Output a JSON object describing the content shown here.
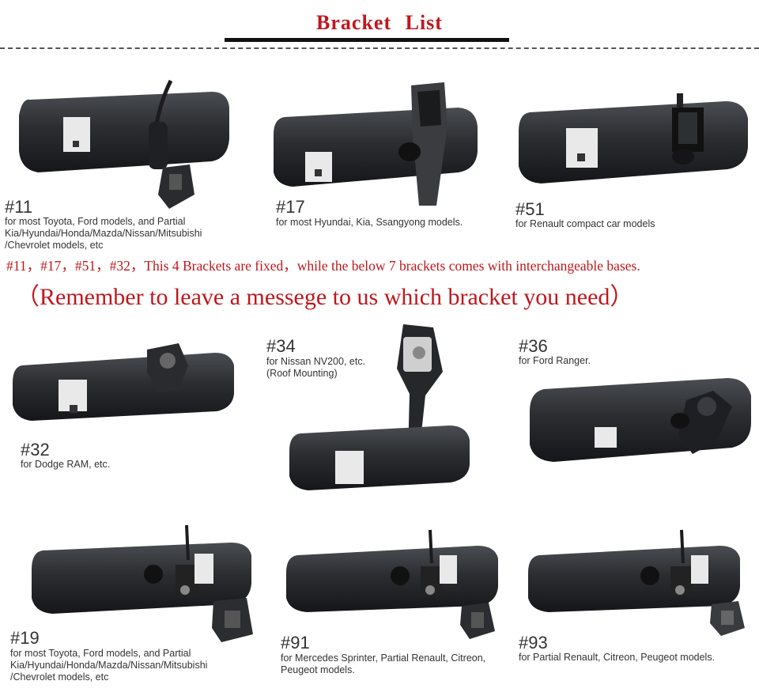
{
  "header": {
    "title": "Bracket  List"
  },
  "brackets": {
    "b11": {
      "number": "#11",
      "description": "for most Toyota, Ford models, and Partial\nKia/Hyundai/Honda/Mazda/Nissan/Mitsubishi\n/Chevrolet models, etc"
    },
    "b17": {
      "number": "#17",
      "description": "for most Hyundai, Kia, Ssangyong models."
    },
    "b51": {
      "number": "#51",
      "description": "for Renault compact car models"
    },
    "b32": {
      "number": "#32",
      "description": "for Dodge RAM, etc."
    },
    "b34": {
      "number": "#34",
      "description": "for Nissan NV200, etc.\n(Roof Mounting)"
    },
    "b36": {
      "number": "#36",
      "description": "for Ford Ranger."
    },
    "b19": {
      "number": "#19",
      "description": "for most Toyota, Ford models, and Partial\nKia/Hyundai/Honda/Mazda/Nissan/Mitsubishi\n/Chevrolet models, etc"
    },
    "b91": {
      "number": "#91",
      "description": "for Mercedes Sprinter, Partial Renault, Citreon,\nPeugeot models."
    },
    "b93": {
      "number": "#93",
      "description": "for Partial Renault, Citreon, Peugeot models."
    }
  },
  "notes": {
    "fixed": "#11，#17，#51，#32，This 4 Brackets are fixed，while the below 7 brackets comes with interchangeable bases.",
    "remember": "（Remember to leave a messege to us which bracket you need）"
  },
  "colors": {
    "accent": "#c0171d",
    "mirror_body": "#2b2d30",
    "text": "#333333"
  }
}
